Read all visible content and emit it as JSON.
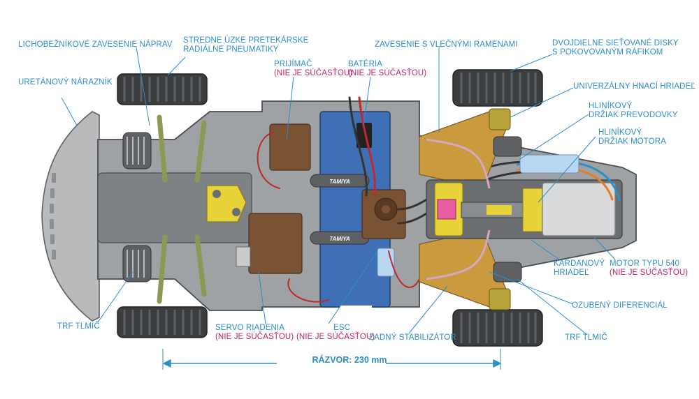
{
  "labels": {
    "wishbone": "LICHOBEŽNÍKOVÉ ZAVESENIE NÁPRAV",
    "tires_1": "STREDNE ÚZKE PRETEKÁRSKE",
    "tires_2": "RADIÁLNE PNEUMATIKY",
    "receiver": "PRIJÍMAČ",
    "receiver_note": "(NIE JE SÚČASŤOU)",
    "battery": "BATÉRIA",
    "battery_note": "(NIE JE SÚČASŤOU)",
    "trailing_arm": "ZAVESENIE S VLEČNÝMI RAMENAMI",
    "wheels_1": "DVOJDIELNE SIEŤOVANÉ DISKY",
    "wheels_2": "S POKOVOVANÝM RÁFIKOM",
    "bumper": "URETÁNOVÝ NÁRAZNÍK",
    "universal_shaft": "UNIVERZÁLNY HNACÍ HRIADEĽ",
    "gearbox_mount_1": "HLINÍKOVÝ",
    "gearbox_mount_2": "DRŽIAK PREVODOVKY",
    "motor_mount_1": "HLINÍKOVÝ",
    "motor_mount_2": "DRŽIAK MOTORA",
    "cardan_1": "KARDANOVÝ",
    "cardan_2": "HRIADEĽ",
    "motor_1": "MOTOR TYPU 540",
    "motor_note": "(NIE JE SÚČASŤOU)",
    "gear_diff": "OZUBENÝ DIFERENCIÁL",
    "trf_damper_front": "TRF TLMIČ",
    "trf_damper_rear": "TRF TLMIČ",
    "servo": "SERVO RIADENIA",
    "servo_note": "(NIE JE SÚČASŤOU)",
    "esc": "ESC",
    "esc_note": "(NIE JE SÚČASŤOU)",
    "stabilizer": "ZADNÝ STABILIZÁTOR",
    "wheelbase": "RÁZVOR: 230 mm",
    "brand_1": "TAMIYA",
    "brand_2": "TAMIYA"
  },
  "colors": {
    "label": "#2b8fc8",
    "note": "#c6206b",
    "chassis": "#8c8f92",
    "chassis_dark": "#5e6164",
    "battery": "#3f6fb5",
    "brown": "#7a5234",
    "gold": "#c99a3e",
    "yellow": "#e8d23a",
    "tire": "#3b3e41"
  }
}
